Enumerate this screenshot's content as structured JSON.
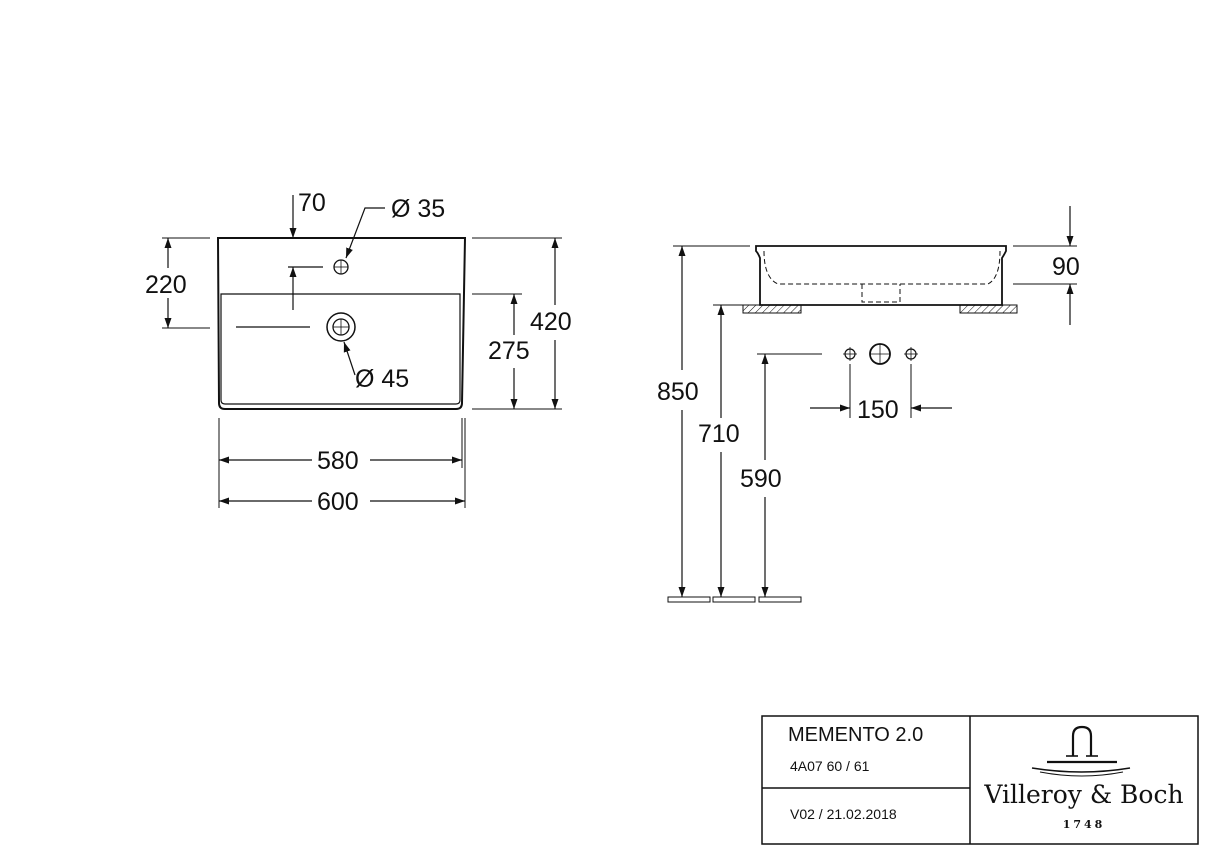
{
  "top_view": {
    "dims": {
      "d70": "70",
      "d35": "Ø 35",
      "d220": "220",
      "d420": "420",
      "d275": "275",
      "d45": "Ø 45",
      "d580": "580",
      "d600": "600"
    }
  },
  "side_view": {
    "dims": {
      "d90": "90",
      "d850": "850",
      "d710": "710",
      "d590": "590",
      "d150": "150"
    }
  },
  "title_block": {
    "product": "MEMENTO 2.0",
    "code": "4A07 60 / 61",
    "version": "V02 / 21.02.2018",
    "brand": "Villeroy & Boch",
    "year": "1748"
  }
}
